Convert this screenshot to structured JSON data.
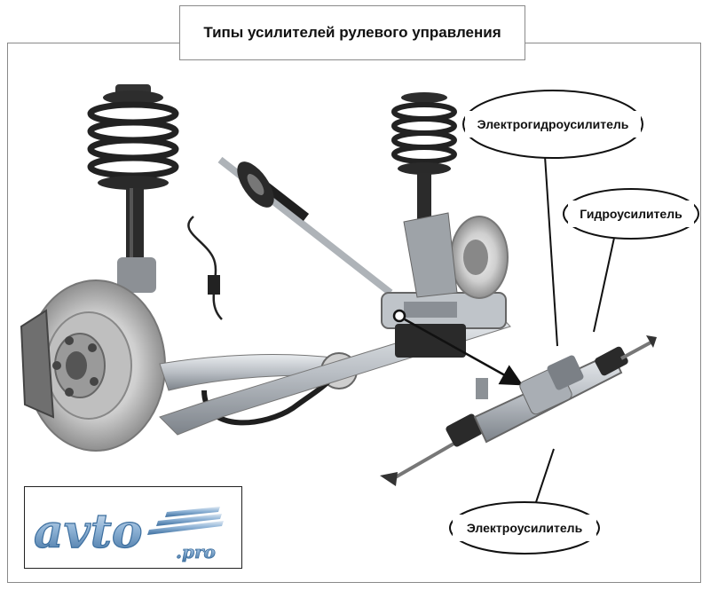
{
  "title": "Типы усилителей рулевого управления",
  "callouts": {
    "electrohydraulic": "Электрогидроусилитель",
    "hydraulic": "Гидроусилитель",
    "electric": "Электроусилитель"
  },
  "logo": {
    "text": "avto",
    "suffix": ".pro"
  },
  "colors": {
    "frame_border": "#8a8a8a",
    "metal_dark": "#2b2b2b",
    "metal_light": "#cfd3d8",
    "logo_blue": "#4a8bc9"
  }
}
